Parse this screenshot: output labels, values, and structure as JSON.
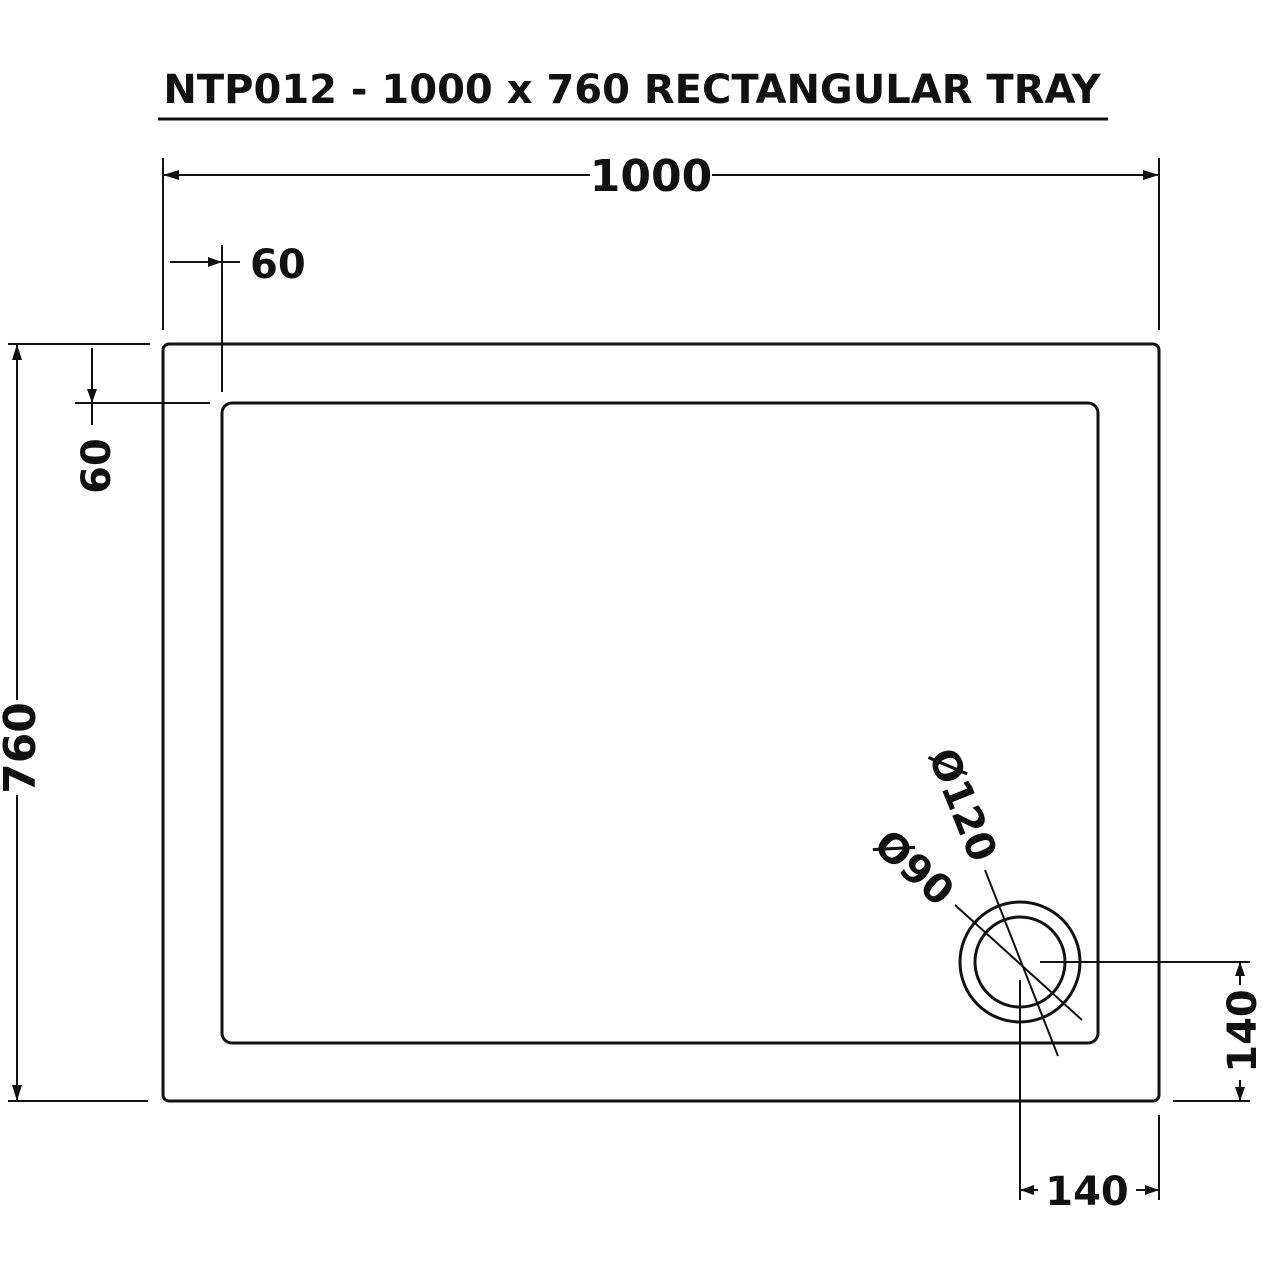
{
  "title": "NTP012 - 1000 x 760 RECTANGULAR TRAY",
  "dimensions": {
    "overall_width": "1000",
    "overall_length": "760",
    "rim_width_top": "60",
    "rim_width_left": "60",
    "waste_offset_side": "140",
    "waste_offset_bottom": "140",
    "waste_outer_diameter": "Ø120",
    "waste_inner_diameter": "Ø90"
  }
}
